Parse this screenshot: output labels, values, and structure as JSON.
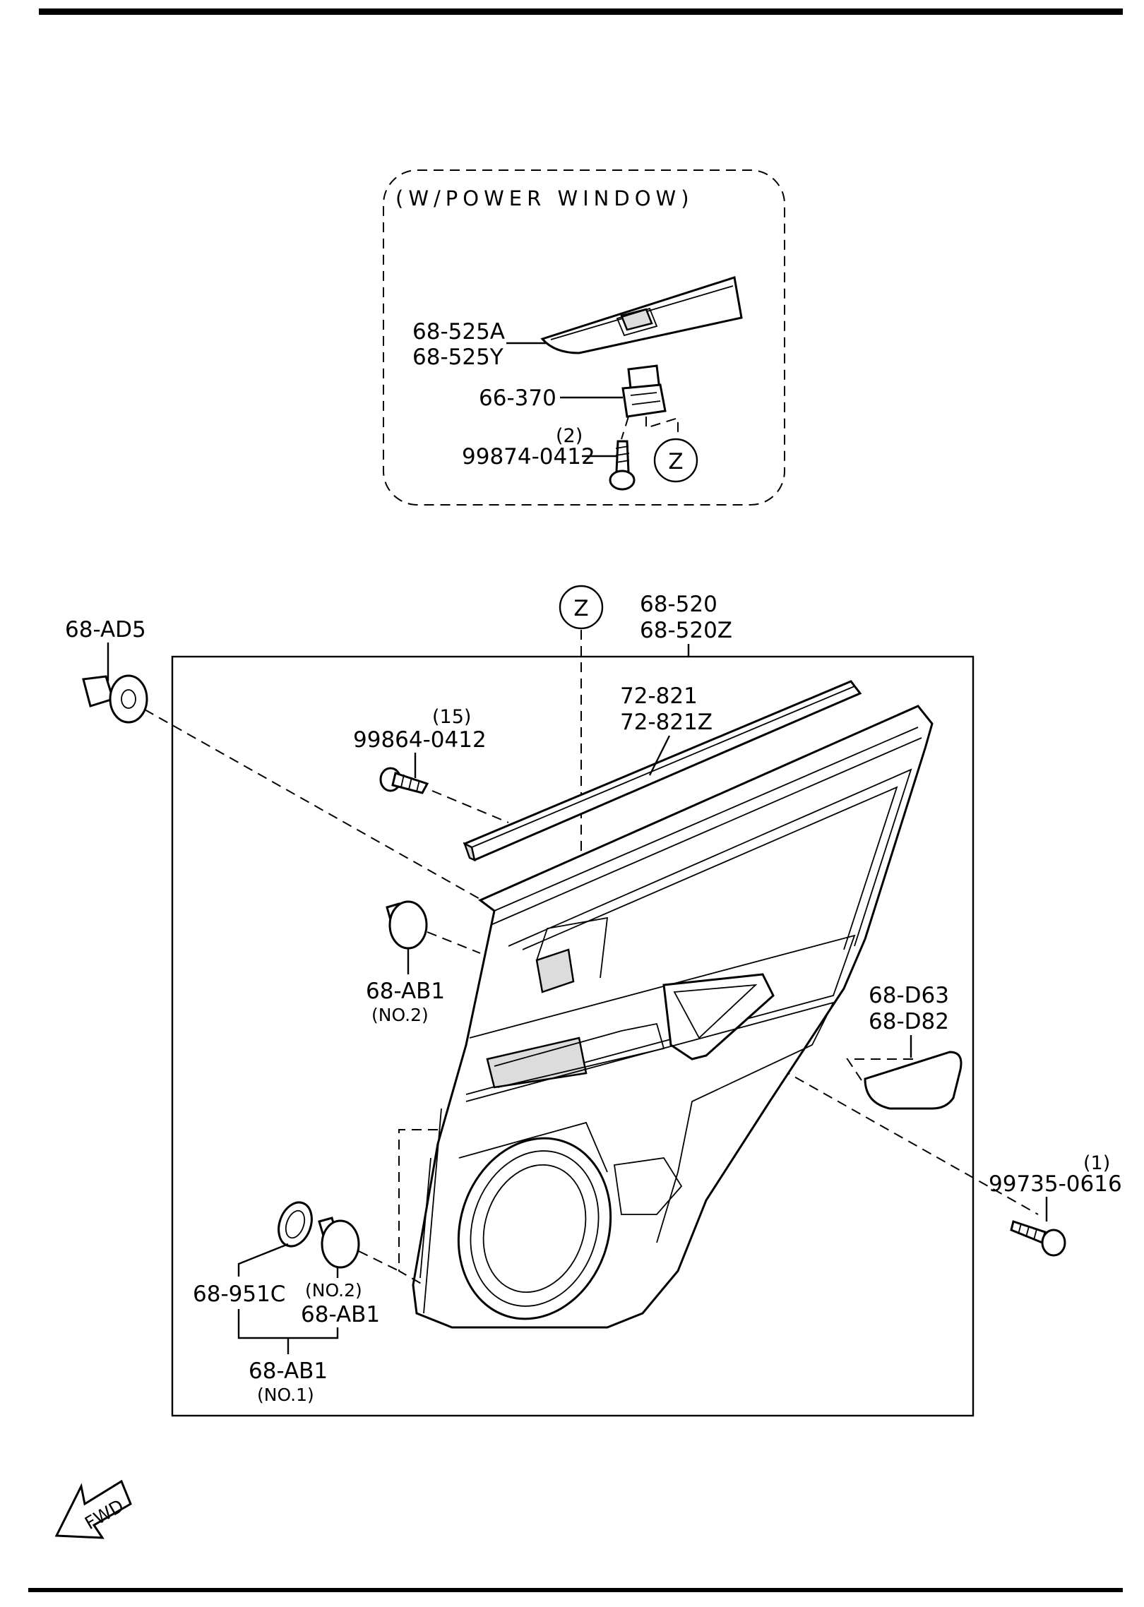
{
  "inset": {
    "header": "(W/POWER WINDOW)",
    "parts": {
      "bezel_a": "68-525A",
      "bezel_y": "68-525Y",
      "switch": "66-370",
      "screw_qty": "(2)",
      "screw": "99874-0412",
      "ref_z": "Z"
    }
  },
  "main": {
    "ref_z": "Z",
    "panel_a": "68-520",
    "panel_z": "68-520Z",
    "clip_ad5": "68-AD5",
    "weather_a": "72-821",
    "weather_z": "72-821Z",
    "screw_qty_15": "(15)",
    "screw_99864": "99864-0412",
    "clip_ab1_upper": "68-AB1",
    "clip_ab1_upper_no": "(NO.2)",
    "cover_a": "68-D63",
    "cover_b": "68-D82",
    "screw_qty_1": "(1)",
    "screw_99735": "99735-0616",
    "seal_951c": "68-951C",
    "clip_no2": "(NO.2)",
    "clip_ab1_lower": "68-AB1",
    "assy_ab1": "68-AB1",
    "assy_no1": "(NO.1)"
  },
  "fwd_label": "FWD"
}
